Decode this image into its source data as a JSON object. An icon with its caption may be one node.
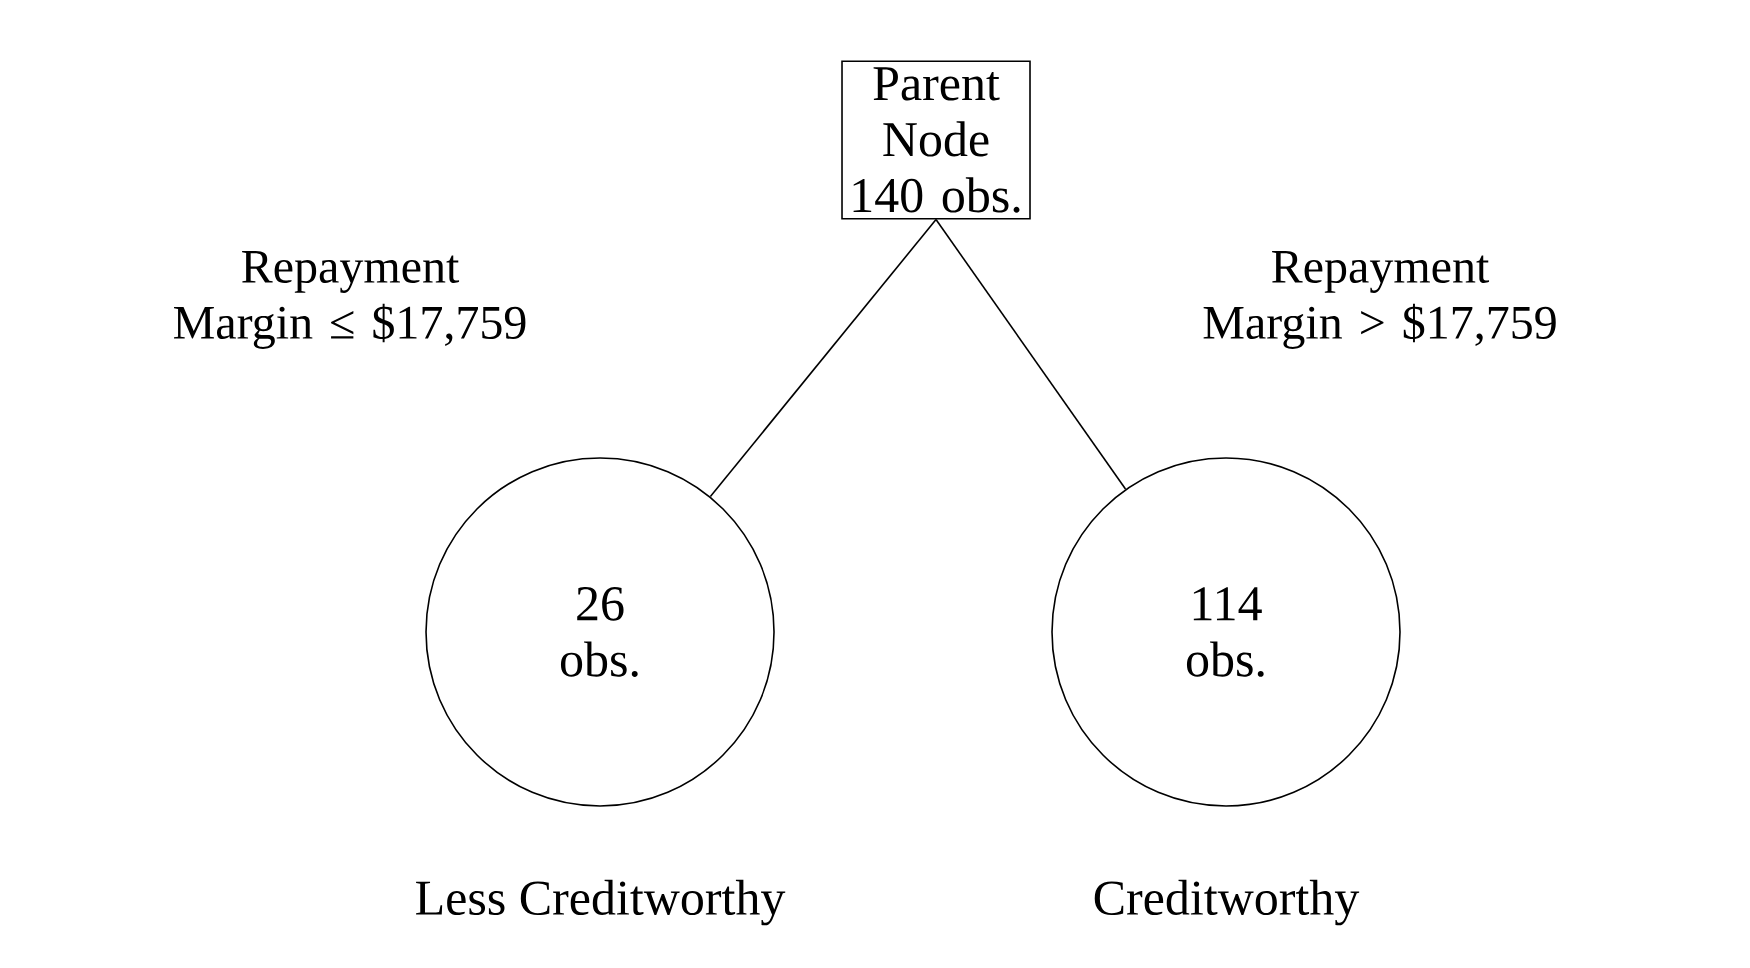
{
  "diagram": {
    "nodes": [
      {
        "text": [
          "Parent Node 140 obs."
        ]
      },
      {
        "text": [
          "26 obs."
        ],
        "beside": [
          "Less Creditworthy"
        ]
      },
      {
        "text": [
          "114 obs."
        ],
        "beside": [
          "Creditworthy"
        ]
      }
    ],
    "edges": [
      {
        "from": 0,
        "to": 1,
        "arrow": "none",
        "label": "Repayment Margin ≤ $17,759"
      },
      {
        "from": 0,
        "to": 2,
        "arrow": "none",
        "label": "Repayment Margin > $17,759"
      }
    ]
  }
}
